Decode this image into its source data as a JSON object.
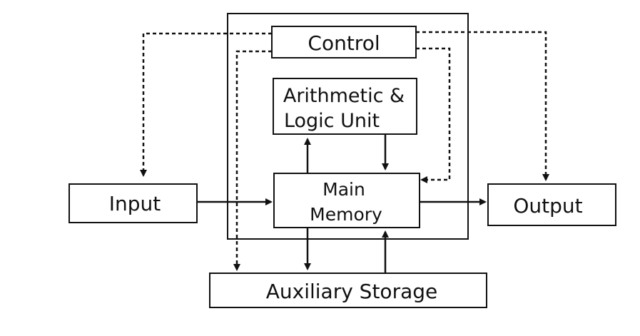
{
  "diagram": {
    "boxes": {
      "control": "Control",
      "alu_line1": "Arithmetic &",
      "alu_line2": "Logic Unit",
      "memory_line1": "Main",
      "memory_line2": "Memory",
      "input": "Input",
      "output": "Output",
      "storage": "Auxiliary Storage"
    }
  }
}
